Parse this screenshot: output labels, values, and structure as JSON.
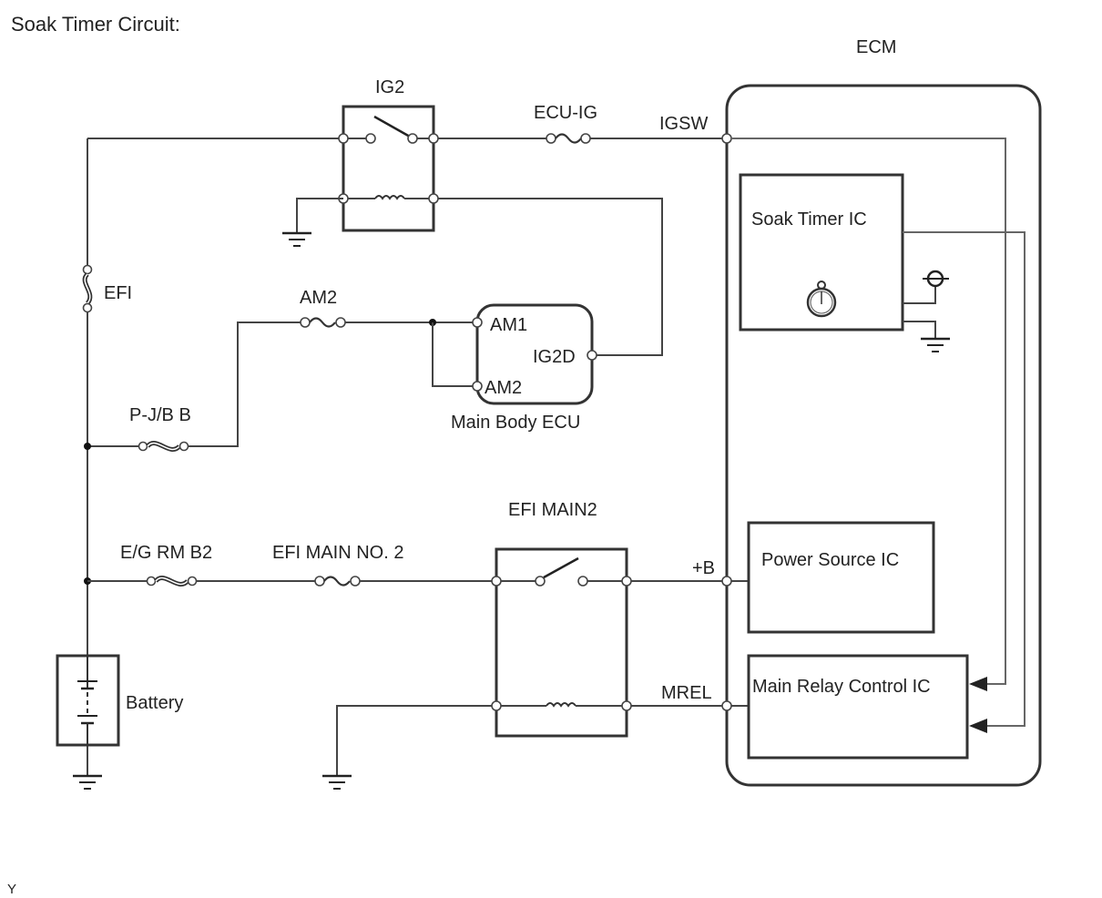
{
  "title": "Soak Timer Circuit:",
  "footer_mark": "Y",
  "components": {
    "ecm": "ECM",
    "ig2_relay": "IG2",
    "ecu_ig_fuse": "ECU-IG",
    "igsw_terminal": "IGSW",
    "efi_fuse": "EFI",
    "am2_fuse": "AM2",
    "main_body_ecu": "Main Body ECU",
    "am1_terminal": "AM1",
    "am2_terminal": "AM2",
    "ig2d_terminal": "IG2D",
    "pjb_fuse": "P-J/B B",
    "eg_rm_fuse": "E/G RM B2",
    "efi_main_no2_fuse": "EFI MAIN NO. 2",
    "efi_main2_relay": "EFI MAIN2",
    "plus_b_terminal": "+B",
    "mrel_terminal": "MREL",
    "battery": "Battery",
    "soak_timer_ic": "Soak Timer IC",
    "power_source_ic": "Power Source IC",
    "main_relay_control_ic": "Main Relay Control IC"
  }
}
